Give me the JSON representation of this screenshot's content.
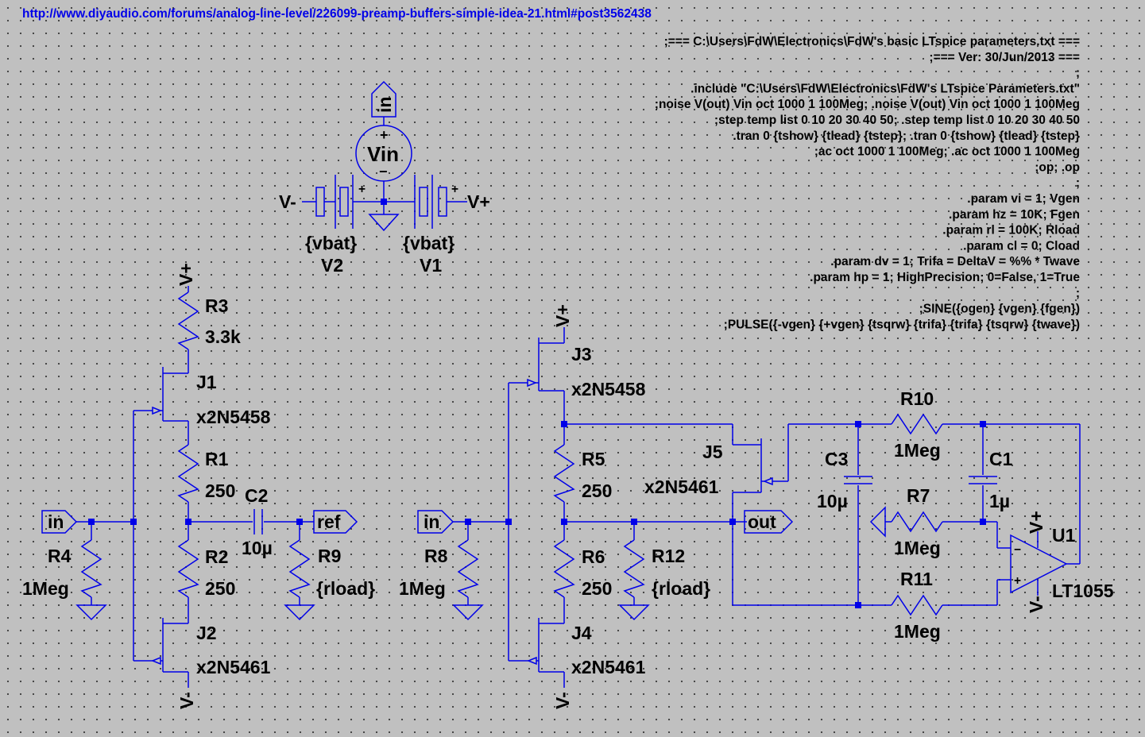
{
  "header_url": "http://www.diyaudio.com/forums/analog-line-level/226099-preamp-buffers-simple-idea-21.html#post3562438",
  "directives": [
    ";=== C:\\Users\\FdW\\Electronics\\FdW's basic LTspice parameters.txt ===",
    ";=== Ver: 30/Jun/2013 ===",
    ";",
    ".include \"C:\\Users\\FdW\\Electronics\\FdW's LTspice Parameters.txt\"",
    ";noise V(out) Vin oct 1000 1 100Meg; .noise V(out) Vin oct 1000 1 100Meg",
    ";step temp list 0 10 20 30 40 50; .step temp list 0 10 20 30 40 50",
    ".tran 0 {tshow} {tlead} {tstep}; .tran 0 {tshow} {tlead} {tstep}",
    ";ac oct 1000 1 100Meg; .ac oct 1000 1 100Meg",
    ";op; .op",
    ";",
    ".param vi = 1; Vgen",
    ".param hz = 10K; Fgen",
    ".param rl = 100K; Rload",
    ".param cl = 0; Cload",
    ".param dv = 1; Trifa = DeltaV = %% * Twave",
    ".param hp = 1; HighPrecision; 0=False, 1=True",
    ";",
    ";SINE({ogen} {vgen} {fgen})",
    ";PULSE({-vgen} {+vgen} {tsqrw} {trifa} {trifa} {tsqrw} {twave})"
  ],
  "supplies": {
    "vin_name": "Vin",
    "vin_node": "in",
    "vneg": "V-",
    "vpos": "V+",
    "v2_value": "{vbat}",
    "v2_name": "V2",
    "v1_value": "{vbat}",
    "v1_name": "V1"
  },
  "buffer1": {
    "vplus": "V+",
    "vminus": "V-",
    "r3_name": "R3",
    "r3_value": "3.3k",
    "j1_name": "J1",
    "j1_model": "x2N5458",
    "r1_name": "R1",
    "r1_value": "250",
    "r2_name": "R2",
    "r2_value": "250",
    "j2_name": "J2",
    "j2_model": "x2N5461",
    "c2_name": "C2",
    "c2_value": "10µ",
    "r4_name": "R4",
    "r4_value": "1Meg",
    "r9_name": "R9",
    "r9_value": "{rload}",
    "in_label": "in",
    "ref_label": "ref"
  },
  "buffer2": {
    "vplus": "V+",
    "vminus": "V-",
    "j3_name": "J3",
    "j3_model": "x2N5458",
    "r5_name": "R5",
    "r5_value": "250",
    "r6_name": "R6",
    "r6_value": "250",
    "j4_name": "J4",
    "j4_model": "x2N5461",
    "r8_name": "R8",
    "r8_value": "1Meg",
    "r12_name": "R12",
    "r12_value": "{rload}",
    "j5_name": "J5",
    "j5_model": "x2N5461",
    "in_label": "in",
    "out_label": "out"
  },
  "servo": {
    "r10_name": "R10",
    "r10_value": "1Meg",
    "c3_name": "C3",
    "c3_value": "10µ",
    "c1_name": "C1",
    "c1_value": "1µ",
    "r7_name": "R7",
    "r7_value": "1Meg",
    "r11_name": "R11",
    "r11_value": "1Meg",
    "u1_name": "U1",
    "u1_model": "LT1055",
    "vplus": "V+",
    "vminus": "V-",
    "minus_pin": "−",
    "plus_pin": "+"
  },
  "colors": {
    "background": "#c0c0c0",
    "wire": "#0000e8",
    "text": "#000000",
    "link": "#0000e8"
  }
}
